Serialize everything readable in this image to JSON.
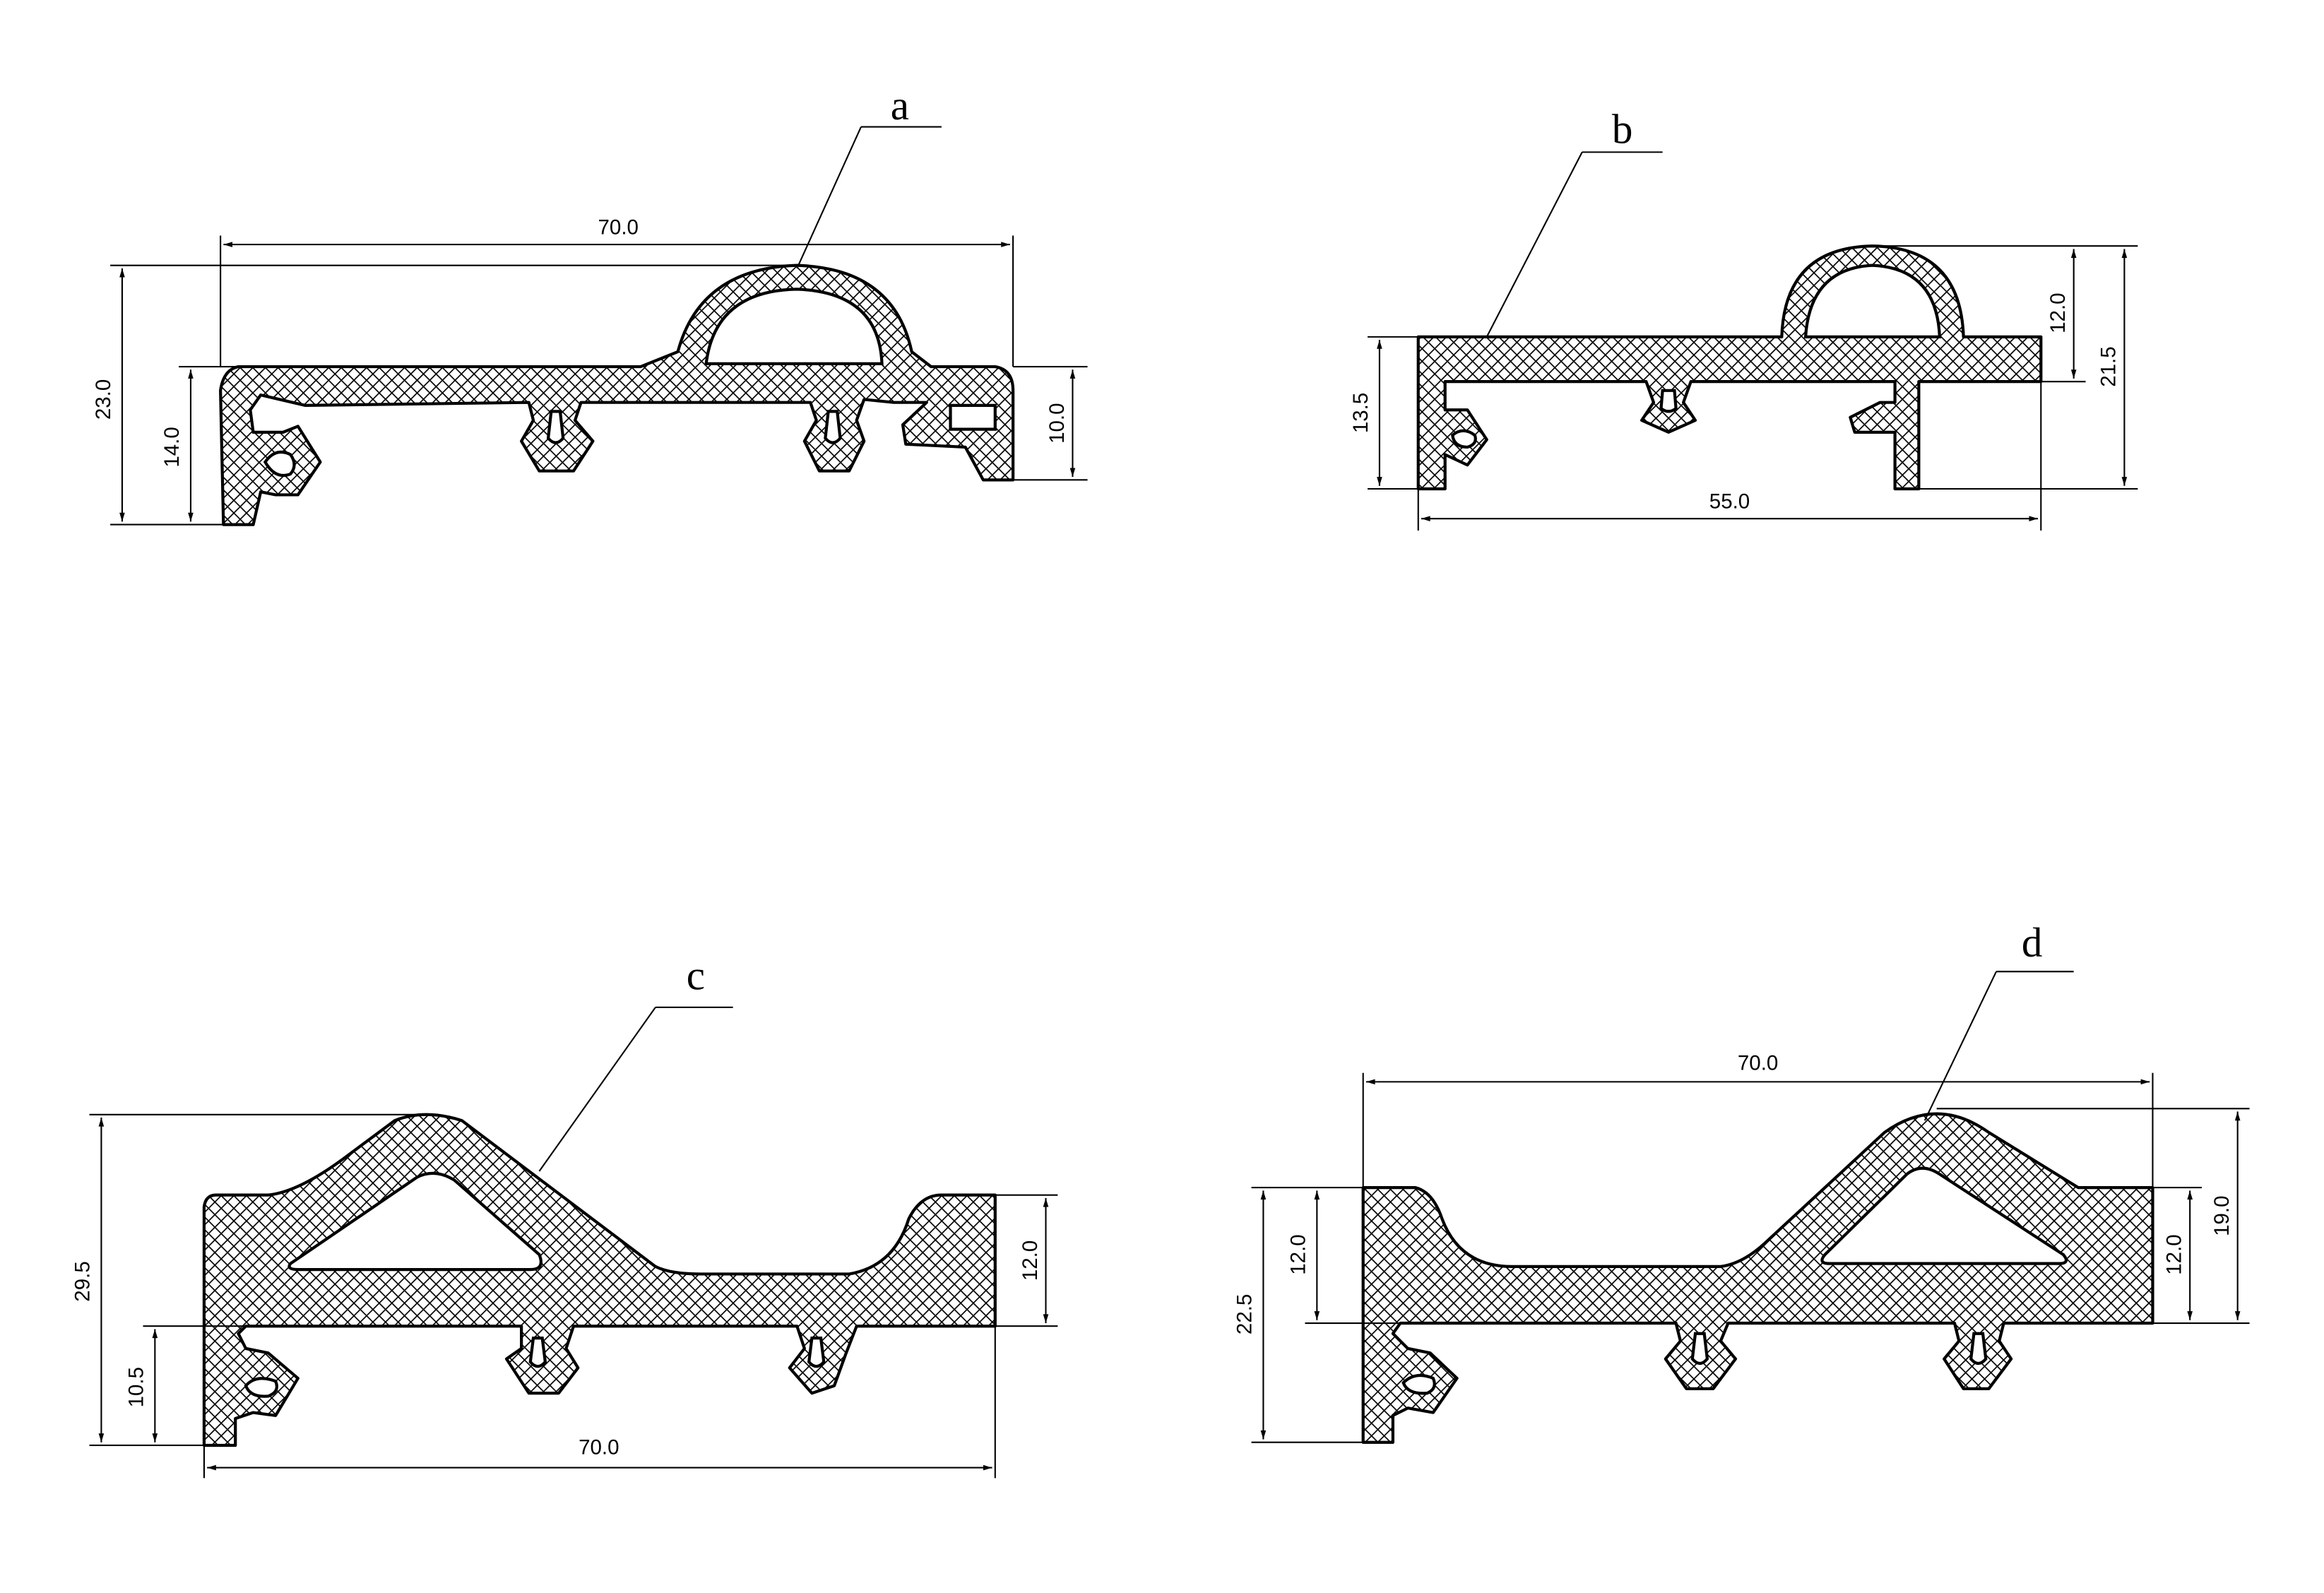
{
  "profiles": {
    "a": {
      "label": "a",
      "dims": {
        "width": "70.0",
        "total_height": "23.0",
        "left_height": "14.0",
        "right_height": "10.0"
      }
    },
    "b": {
      "label": "b",
      "dims": {
        "width": "55.0",
        "left_height": "13.5",
        "bulb_height": "12.0",
        "total_height": "21.5"
      }
    },
    "c": {
      "label": "c",
      "dims": {
        "width": "70.0",
        "total_height": "29.5",
        "left_height": "10.5",
        "right_height": "12.0"
      }
    },
    "d": {
      "label": "d",
      "dims": {
        "width": "70.0",
        "total_height": "22.5",
        "left_height": "12.0",
        "right_height": "12.0",
        "peak_height": "19.0"
      }
    }
  }
}
